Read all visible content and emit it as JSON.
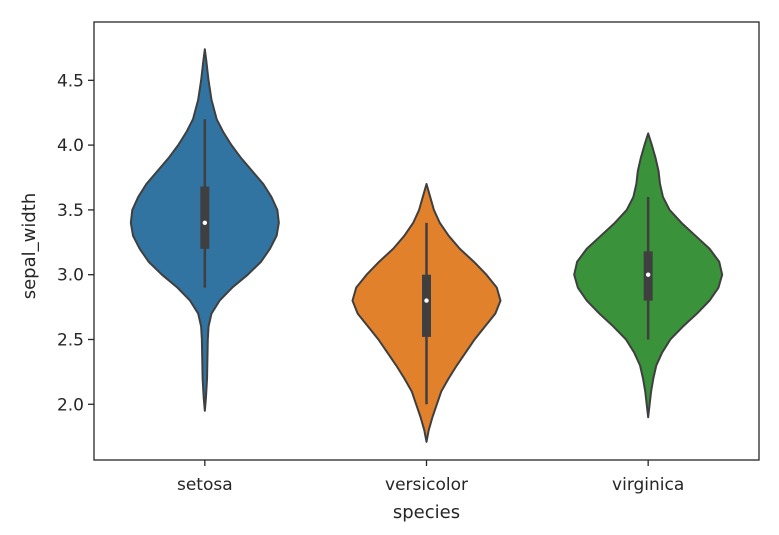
{
  "chart_data": {
    "type": "violin",
    "title": "",
    "xlabel": "species",
    "ylabel": "sepal_width",
    "ylim": [
      1.57,
      4.95
    ],
    "yticks": [
      2.0,
      2.5,
      3.0,
      3.5,
      4.0,
      4.5
    ],
    "ytick_labels": [
      "2.0",
      "2.5",
      "3.0",
      "3.5",
      "4.0",
      "4.5"
    ],
    "categories": [
      "setosa",
      "versicolor",
      "virginica"
    ],
    "grid": false,
    "legend": "none",
    "series": [
      {
        "color": "#3274a1",
        "whisker": [
          2.9,
          4.2
        ],
        "q1": 3.2,
        "median": 3.4,
        "q3": 3.68,
        "density": [
          [
            1.95,
            0.0
          ],
          [
            2.05,
            0.015
          ],
          [
            2.2,
            0.03
          ],
          [
            2.35,
            0.035
          ],
          [
            2.5,
            0.04
          ],
          [
            2.6,
            0.05
          ],
          [
            2.7,
            0.09
          ],
          [
            2.8,
            0.2
          ],
          [
            2.9,
            0.37
          ],
          [
            3.0,
            0.58
          ],
          [
            3.1,
            0.76
          ],
          [
            3.2,
            0.88
          ],
          [
            3.3,
            0.97
          ],
          [
            3.4,
            1.0
          ],
          [
            3.5,
            0.98
          ],
          [
            3.6,
            0.9
          ],
          [
            3.7,
            0.79
          ],
          [
            3.8,
            0.64
          ],
          [
            3.9,
            0.49
          ],
          [
            4.0,
            0.36
          ],
          [
            4.1,
            0.25
          ],
          [
            4.2,
            0.16
          ],
          [
            4.35,
            0.09
          ],
          [
            4.5,
            0.05
          ],
          [
            4.65,
            0.02
          ],
          [
            4.74,
            0.0
          ]
        ]
      },
      {
        "color": "#e1812c",
        "whisker": [
          2.0,
          3.4
        ],
        "q1": 2.52,
        "median": 2.8,
        "q3": 3.0,
        "density": [
          [
            1.71,
            0.0
          ],
          [
            1.8,
            0.03
          ],
          [
            1.9,
            0.08
          ],
          [
            2.0,
            0.14
          ],
          [
            2.1,
            0.2
          ],
          [
            2.2,
            0.3
          ],
          [
            2.3,
            0.41
          ],
          [
            2.4,
            0.53
          ],
          [
            2.5,
            0.65
          ],
          [
            2.6,
            0.79
          ],
          [
            2.7,
            0.93
          ],
          [
            2.8,
            1.0
          ],
          [
            2.9,
            0.95
          ],
          [
            3.0,
            0.81
          ],
          [
            3.1,
            0.64
          ],
          [
            3.2,
            0.45
          ],
          [
            3.3,
            0.3
          ],
          [
            3.4,
            0.18
          ],
          [
            3.5,
            0.1
          ],
          [
            3.6,
            0.05
          ],
          [
            3.7,
            0.0
          ]
        ]
      },
      {
        "color": "#3a923a",
        "whisker": [
          2.5,
          3.6
        ],
        "q1": 2.8,
        "median": 3.0,
        "q3": 3.18,
        "density": [
          [
            1.9,
            0.0
          ],
          [
            2.0,
            0.02
          ],
          [
            2.1,
            0.04
          ],
          [
            2.2,
            0.07
          ],
          [
            2.3,
            0.11
          ],
          [
            2.4,
            0.19
          ],
          [
            2.5,
            0.3
          ],
          [
            2.6,
            0.47
          ],
          [
            2.7,
            0.66
          ],
          [
            2.8,
            0.83
          ],
          [
            2.9,
            0.95
          ],
          [
            3.0,
            1.0
          ],
          [
            3.1,
            0.96
          ],
          [
            3.2,
            0.83
          ],
          [
            3.3,
            0.64
          ],
          [
            3.4,
            0.45
          ],
          [
            3.5,
            0.29
          ],
          [
            3.6,
            0.2
          ],
          [
            3.7,
            0.16
          ],
          [
            3.8,
            0.14
          ],
          [
            3.9,
            0.1
          ],
          [
            4.0,
            0.05
          ],
          [
            4.09,
            0.0
          ]
        ]
      }
    ]
  }
}
